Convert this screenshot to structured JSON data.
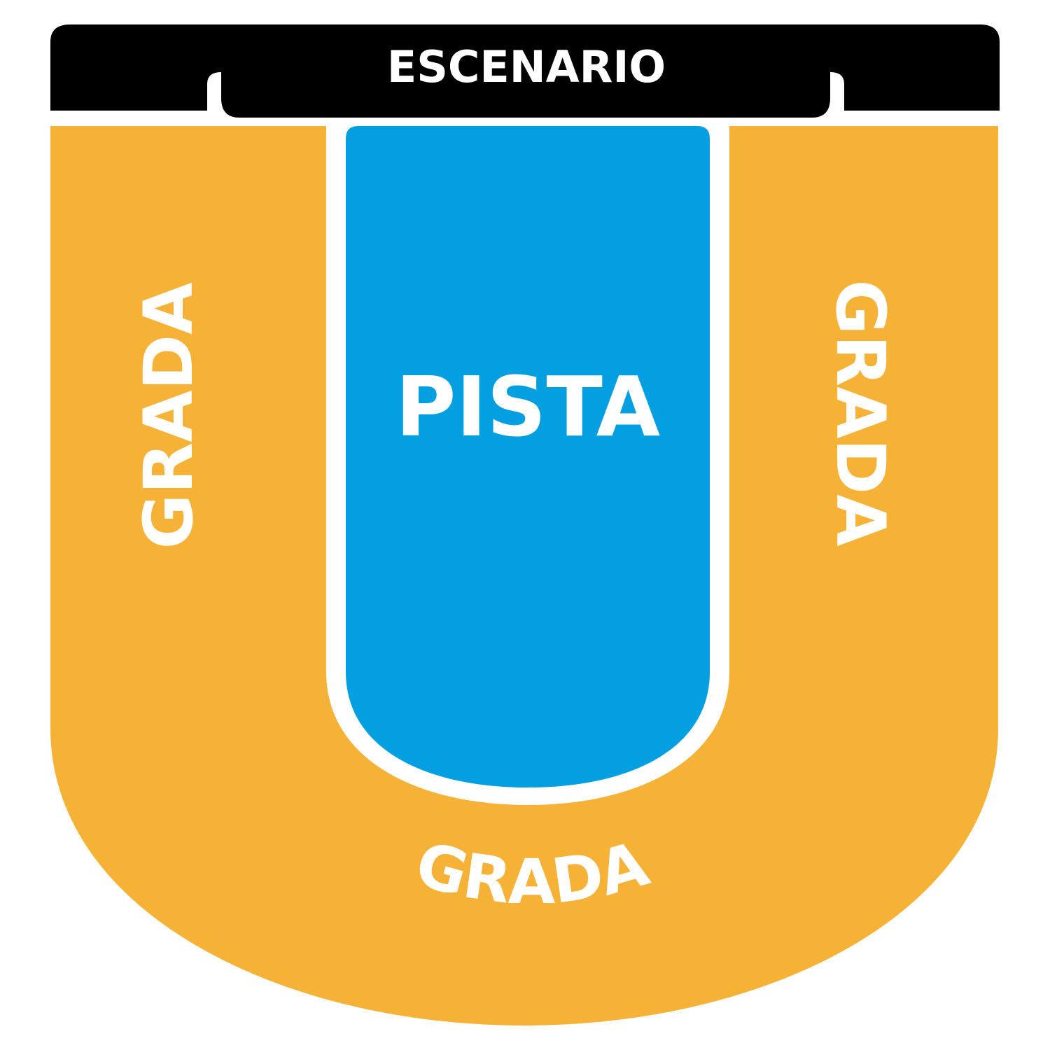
{
  "stage": {
    "label": "ESCENARIO",
    "color": "#000000"
  },
  "floor": {
    "label": "PISTA",
    "color": "#049FE0"
  },
  "stands": {
    "color": "#F6B236",
    "left_label": "GRADA",
    "right_label": "GRADA",
    "bottom_label": "GRADA"
  },
  "separator_color": "#FFFFFF"
}
